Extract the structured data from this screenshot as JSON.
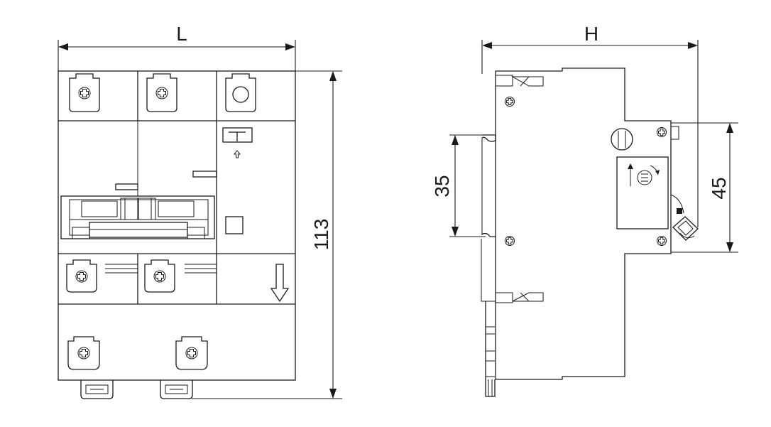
{
  "front_view": {
    "width_label": "L",
    "height_label": "113"
  },
  "side_view": {
    "depth_label": "H",
    "rail_label": "35",
    "face_label": "45"
  }
}
